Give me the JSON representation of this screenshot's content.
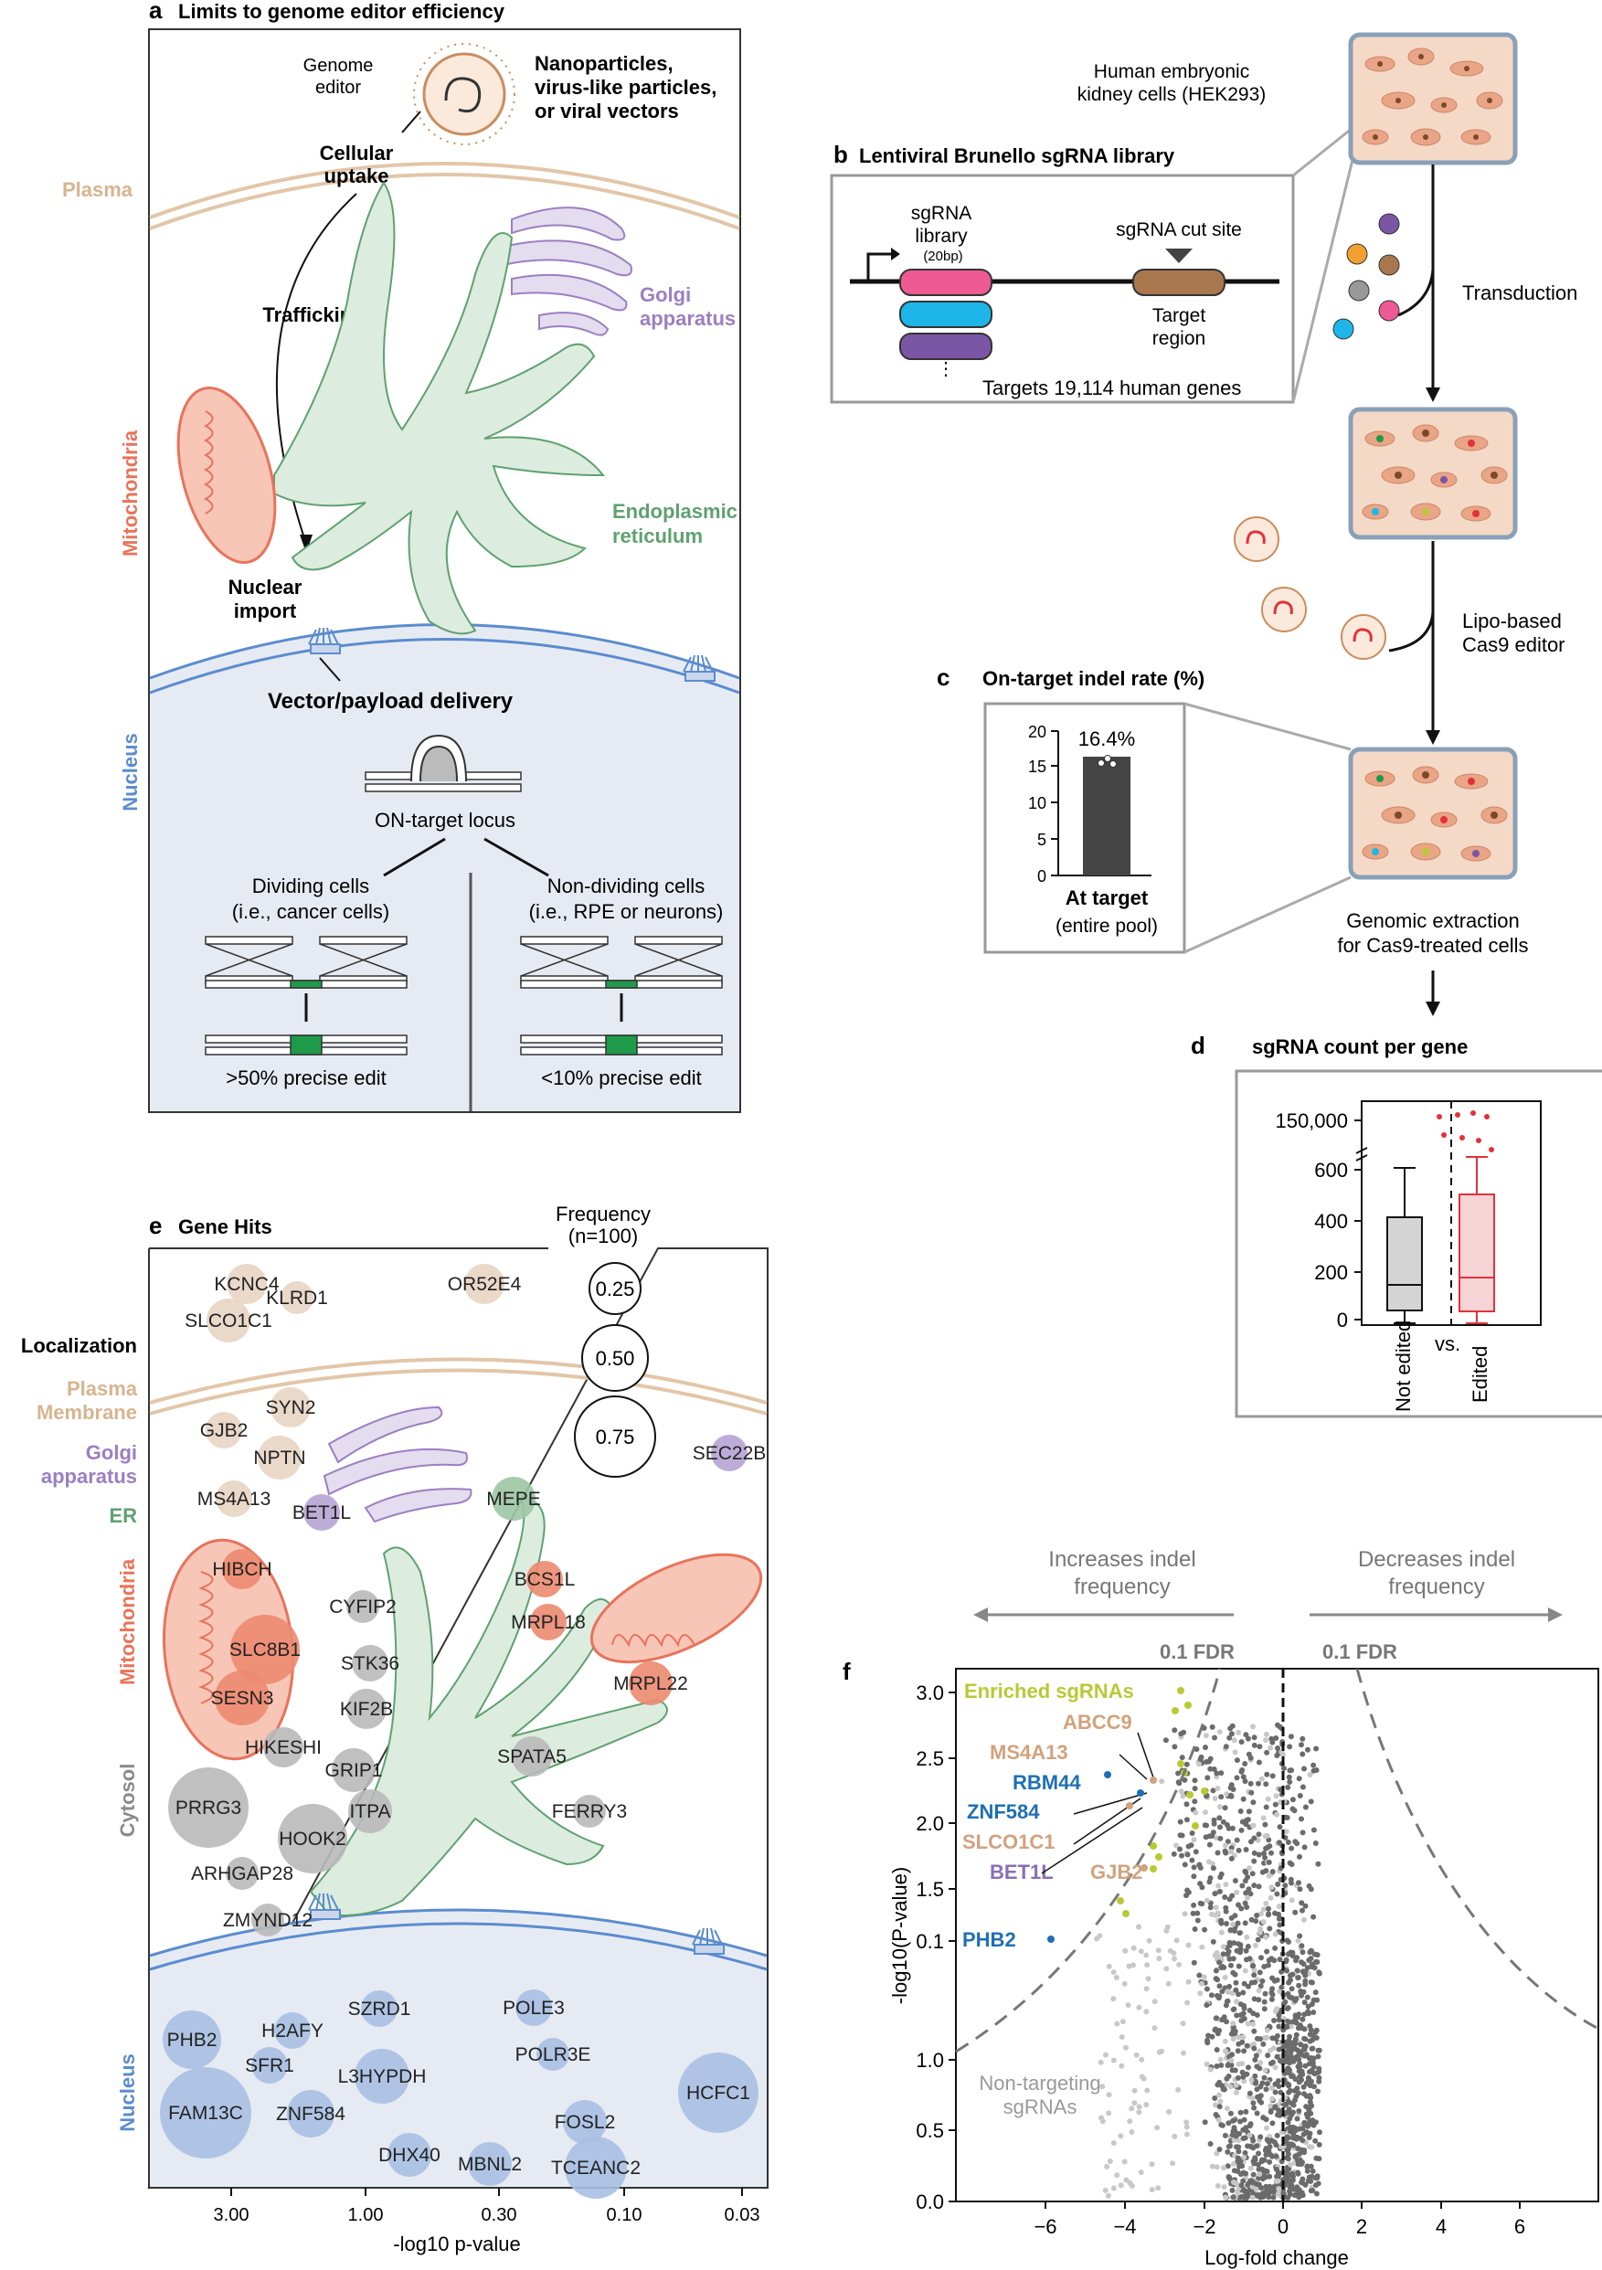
{
  "colors": {
    "plasma": "#d7b48f",
    "golgi": "#9b7fc1",
    "er": "#5fa170",
    "mito": "#e8735a",
    "cytosol": "#8a8a8a",
    "nucleus": "#5b8ccf",
    "nucleus_bg": "#e6ebf3",
    "cell_fill": "#f4d9c6",
    "dark_point": "#6b6b6b",
    "light_point": "#c8c8c8",
    "enriched": "#b9c934",
    "blue_label": "#1f6fb4",
    "tan_label": "#d2a27c",
    "purple_label": "#8a6eb5",
    "red": "#e0323b"
  },
  "panel_a": {
    "letter": "a",
    "title": "Limits to genome editor efficiency",
    "genome_editor": [
      "Genome",
      "editor"
    ],
    "particles": [
      "Nanoparticles,",
      "virus-like particles,",
      "or viral vectors"
    ],
    "cellular_uptake": [
      "Cellular",
      "uptake"
    ],
    "trafficking": "Trafficking",
    "nuclear_import": [
      "Nuclear",
      "import"
    ],
    "golgi": [
      "Golgi",
      "apparatus"
    ],
    "er": [
      "Endoplasmic",
      "reticulum"
    ],
    "side_plasma": "Plasma",
    "side_mito": "Mitochondria",
    "side_nucleus": "Nucleus",
    "delivery": "Vector/payload delivery",
    "on_target": "ON-target locus",
    "dividing": [
      "Dividing cells",
      "(i.e., cancer cells)"
    ],
    "nondividing": [
      "Non-dividing cells",
      "(i.e., RPE or neurons)"
    ],
    "edit_dividing": ">50% precise edit",
    "edit_nondividing": "<10% precise edit"
  },
  "panel_b": {
    "letter": "b",
    "title": "Lentiviral Brunello sgRNA library",
    "library": [
      "sgRNA",
      "library"
    ],
    "library_len": "(20bp)",
    "cut_site": "sgRNA cut site",
    "target_region": [
      "Target",
      "region"
    ],
    "targets": "Targets 19,114 human genes",
    "hek": [
      "Human embryonic",
      "kidney cells (HEK293)"
    ],
    "transduction": "Transduction",
    "lipo": [
      "Lipo-based",
      "Cas9 editor"
    ],
    "genomic": [
      "Genomic extraction",
      "for Cas9-treated cells"
    ]
  },
  "panel_c": {
    "letter": "c",
    "title": "On-target indel rate (%)",
    "value_label": "16.4%",
    "xlabel": [
      "At target",
      "(entire pool)"
    ],
    "yticks": [
      "0",
      "5",
      "10",
      "15",
      "20"
    ]
  },
  "panel_d": {
    "letter": "d",
    "title": "sgRNA count per gene",
    "yticks": [
      "0",
      "200",
      "400",
      "600",
      "150,000"
    ],
    "xlabels": [
      "Not edited",
      "Edited"
    ],
    "vs": "vs."
  },
  "panel_e": {
    "letter": "e",
    "title": "Gene Hits",
    "freq_title": [
      "Frequency",
      "(n=100)"
    ],
    "freq_legend": [
      "0.25",
      "0.50",
      "0.75"
    ],
    "localization": "Localization",
    "cat_plasma": [
      "Plasma",
      "Membrane"
    ],
    "cat_golgi": [
      "Golgi",
      "apparatus"
    ],
    "cat_er": "ER",
    "cat_mito": "Mitochondria",
    "cat_cytosol": "Cytosol",
    "cat_nucleus": "Nucleus",
    "xticks": [
      "3.00",
      "1.00",
      "0.30",
      "0.10",
      "0.03"
    ],
    "xlabel": "-log10 p-value",
    "genes": [
      {
        "name": "KCNC4",
        "cat": "plasma"
      },
      {
        "name": "KLRD1",
        "cat": "plasma"
      },
      {
        "name": "OR52E4",
        "cat": "plasma"
      },
      {
        "name": "SLCO1C1",
        "cat": "plasma"
      },
      {
        "name": "SYN2",
        "cat": "plasma"
      },
      {
        "name": "GJB2",
        "cat": "plasma"
      },
      {
        "name": "NPTN",
        "cat": "plasma"
      },
      {
        "name": "MS4A13",
        "cat": "plasma"
      },
      {
        "name": "BET1L",
        "cat": "golgi"
      },
      {
        "name": "SEC22B",
        "cat": "golgi"
      },
      {
        "name": "MEPE",
        "cat": "er"
      },
      {
        "name": "HIBCH",
        "cat": "mito"
      },
      {
        "name": "SLC8B1",
        "cat": "mito"
      },
      {
        "name": "SESN3",
        "cat": "mito"
      },
      {
        "name": "BCS1L",
        "cat": "mito"
      },
      {
        "name": "MRPL18",
        "cat": "mito"
      },
      {
        "name": "MRPL22",
        "cat": "mito"
      },
      {
        "name": "CYFIP2",
        "cat": "cytosol"
      },
      {
        "name": "STK36",
        "cat": "cytosol"
      },
      {
        "name": "KIF2B",
        "cat": "cytosol"
      },
      {
        "name": "HIKESHI",
        "cat": "cytosol"
      },
      {
        "name": "GRIP1",
        "cat": "cytosol"
      },
      {
        "name": "PRRG3",
        "cat": "cytosol"
      },
      {
        "name": "HOOK2",
        "cat": "cytosol"
      },
      {
        "name": "ITPA",
        "cat": "cytosol"
      },
      {
        "name": "SPATA5",
        "cat": "cytosol"
      },
      {
        "name": "FERRY3",
        "cat": "cytosol"
      },
      {
        "name": "ARHGAP28",
        "cat": "cytosol"
      },
      {
        "name": "ZMYND12",
        "cat": "cytosol"
      },
      {
        "name": "PHB2",
        "cat": "nucleus"
      },
      {
        "name": "H2AFY",
        "cat": "nucleus"
      },
      {
        "name": "SZRD1",
        "cat": "nucleus"
      },
      {
        "name": "SFR1",
        "cat": "nucleus"
      },
      {
        "name": "L3HYPDH",
        "cat": "nucleus"
      },
      {
        "name": "POLE3",
        "cat": "nucleus"
      },
      {
        "name": "POLR3E",
        "cat": "nucleus"
      },
      {
        "name": "FAM13C",
        "cat": "nucleus"
      },
      {
        "name": "ZNF584",
        "cat": "nucleus"
      },
      {
        "name": "DHX40",
        "cat": "nucleus"
      },
      {
        "name": "MBNL2",
        "cat": "nucleus"
      },
      {
        "name": "FOSL2",
        "cat": "nucleus"
      },
      {
        "name": "TCEANC2",
        "cat": "nucleus"
      },
      {
        "name": "HCFC1",
        "cat": "nucleus"
      }
    ]
  },
  "panel_f": {
    "letter": "f",
    "increases": [
      "Increases indel",
      "frequency"
    ],
    "decreases": [
      "Decreases indel",
      "frequency"
    ],
    "fdr_left": "0.1 FDR",
    "fdr_right": "0.1 FDR",
    "ylabel": "-log10(P-value)",
    "xlabel": "Log-fold change",
    "yticks": [
      "0.0",
      "0.5",
      "1.0",
      "0.1",
      "1.5",
      "2.0",
      "2.5",
      "3.0"
    ],
    "xticks": [
      "−6",
      "−4",
      "−2",
      "0",
      "2",
      "4",
      "6"
    ],
    "enriched": "Enriched sgRNAs",
    "labels": [
      "ABCC9",
      "MS4A13",
      "RBM44",
      "ZNF584",
      "SLCO1C1",
      "BET1L",
      "GJB2",
      "PHB2"
    ],
    "nontargeting": [
      "Non-targeting",
      "sgRNAs"
    ]
  }
}
